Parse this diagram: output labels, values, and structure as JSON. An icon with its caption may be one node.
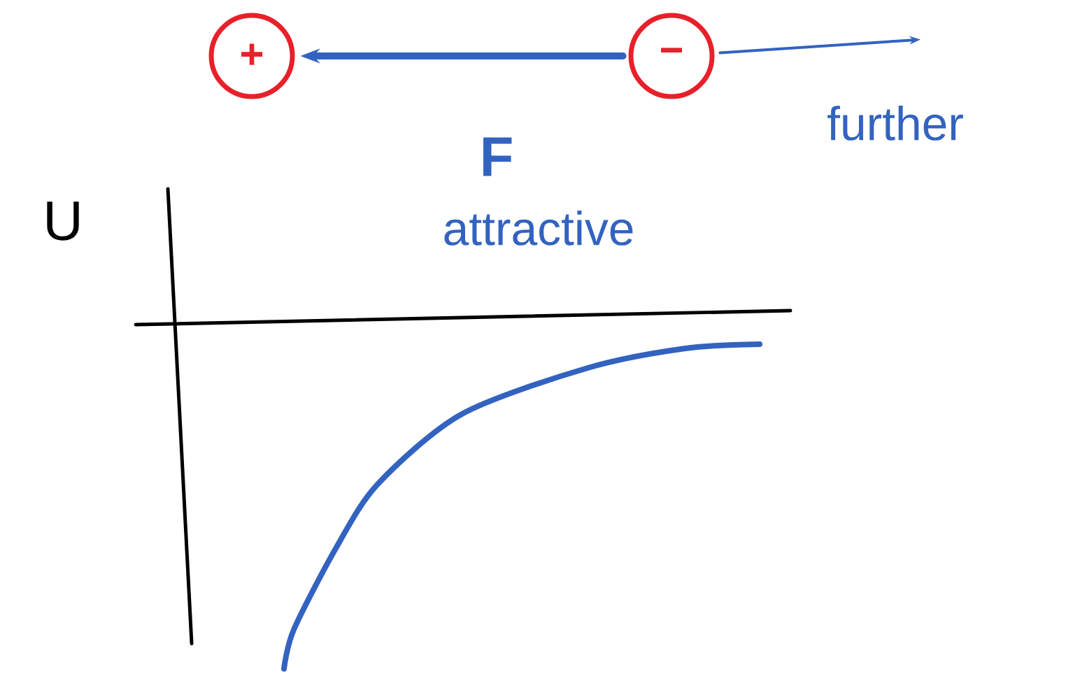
{
  "diagram": {
    "nodes": [
      {
        "text": [
          "+"
        ]
      },
      {
        "text": [
          "−"
        ]
      }
    ],
    "edges": [
      {
        "from": 1,
        "to": 0,
        "arrow": "to",
        "label": "F",
        "style": "thick"
      },
      {
        "from": 1,
        "to": null,
        "arrow": "to",
        "label": "further"
      }
    ],
    "labels": [
      "U",
      "attractive"
    ]
  }
}
